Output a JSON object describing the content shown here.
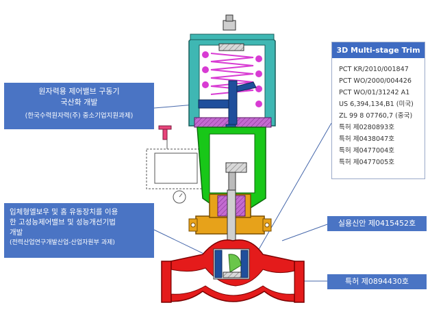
{
  "callouts": {
    "actuator": {
      "line1": "원자력용 제어밸브 구동기",
      "line2": "국산화 개발",
      "line3": "(한국수력원자력(주) 중소기업지원과제)"
    },
    "bellows": {
      "line1": "입체형엘보우 및 홈 유동장치를 이용",
      "line2": "한 고성능제어밸브 및 성능개선기법",
      "line3": "개발",
      "line4": "(전력산업연구개발산업-산업자원부 과제)"
    },
    "utility": "실용신안 제0415452호",
    "patent": "특허 제0894430호"
  },
  "trim": {
    "title": "3D Multi-stage Trim",
    "items": [
      "PCT KR/2010/001847",
      "PCT WO/2000/004426",
      "PCT WO/01/31242 A1",
      "US 6,394,134,B1 (미국)",
      "ZL 99 8 07760,7 (중국)",
      "특허 제0280893호",
      "특허 제0438047호",
      "특허 제0477004호",
      "특허 제0477005호"
    ]
  },
  "colors": {
    "actuator_housing": "#3fb7b3",
    "spring": "#d83bd3",
    "stem": "#1f4f9c",
    "yoke": "#18c718",
    "bonnet": "#e7a21a",
    "body": "#e41b1b",
    "callout": "#4a74c4"
  }
}
